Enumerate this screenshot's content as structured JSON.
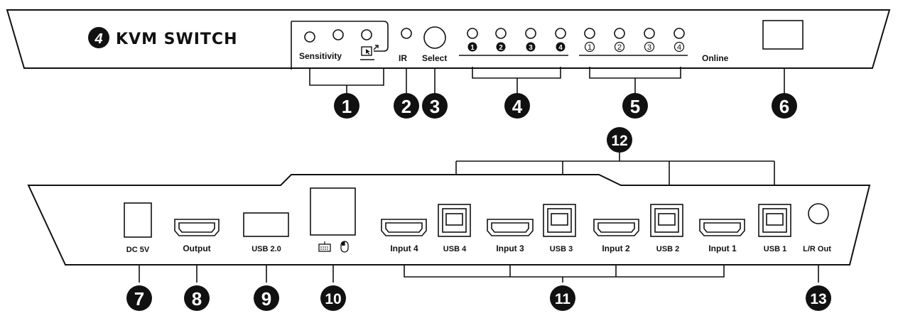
{
  "colors": {
    "ink": "#111111",
    "paper": "#ffffff"
  },
  "front": {
    "brand_badge": "4",
    "brand": "KVM SWITCH",
    "sensitivity_label": "Sensitivity",
    "ir_label": "IR",
    "select_label": "Select",
    "port_leds": [
      "1",
      "2",
      "3",
      "4"
    ],
    "online_leds": [
      "1",
      "2",
      "3",
      "4"
    ],
    "online_label": "Online",
    "icons": [
      "monitor-cursor-icon"
    ]
  },
  "rear": {
    "dc_label": "DC 5V",
    "output_label": "Output",
    "usb20_label": "USB 2.0",
    "kbm_icons": [
      "keyboard-icon",
      "mouse-icon"
    ],
    "input4_label": "Input 4",
    "usb4_label": "USB 4",
    "input3_label": "Input 3",
    "usb3_label": "USB 3",
    "input2_label": "Input 2",
    "usb2_label": "USB 2",
    "input1_label": "Input 1",
    "usb1_label": "USB 1",
    "lr_out_label": "L/R Out"
  },
  "callouts": [
    "1",
    "2",
    "3",
    "4",
    "5",
    "6",
    "7",
    "8",
    "9",
    "10",
    "11",
    "12",
    "13"
  ]
}
